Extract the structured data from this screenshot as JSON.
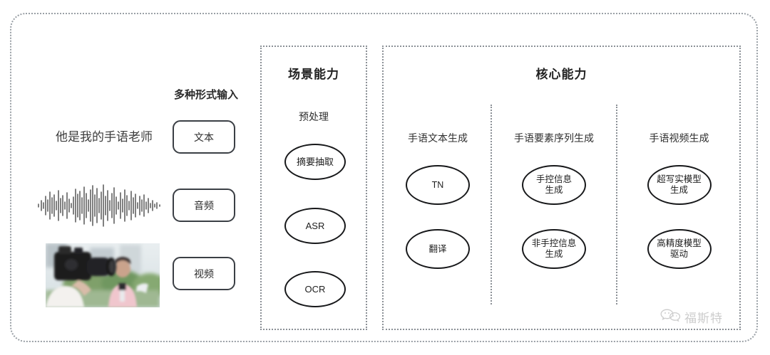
{
  "diagram": {
    "left_inputs": {
      "heading": "多种形式输入",
      "sample_text": "他是我的手语老师",
      "modalities": [
        {
          "label": "文本",
          "media": "text-sample"
        },
        {
          "label": "音频",
          "media": "audio-waveform"
        },
        {
          "label": "视频",
          "media": "video-thumbnail"
        }
      ]
    },
    "scene_panel": {
      "title": "场景能力",
      "group_label": "预处理",
      "nodes": [
        "摘要抽取",
        "ASR",
        "OCR"
      ]
    },
    "core_panel": {
      "title": "核心能力",
      "columns": [
        {
          "header": "手语文本生成",
          "nodes": [
            "TN",
            "翻译"
          ]
        },
        {
          "header": "手语要素序列生成",
          "nodes": [
            "手控信息\n生成",
            "非手控信息\n生成"
          ]
        },
        {
          "header": "手语视频生成",
          "nodes": [
            "超写实模型\n生成",
            "高精度模型\n驱动"
          ]
        }
      ]
    },
    "watermark": {
      "text": "福斯特",
      "icon": "wechat-bubbles-icon"
    },
    "colors": {
      "background": "#ffffff",
      "frame_border": "#9aa0a6",
      "panel_border": "#8b9096",
      "node_stroke": "#17181a",
      "text": "#2b2b2b"
    }
  }
}
